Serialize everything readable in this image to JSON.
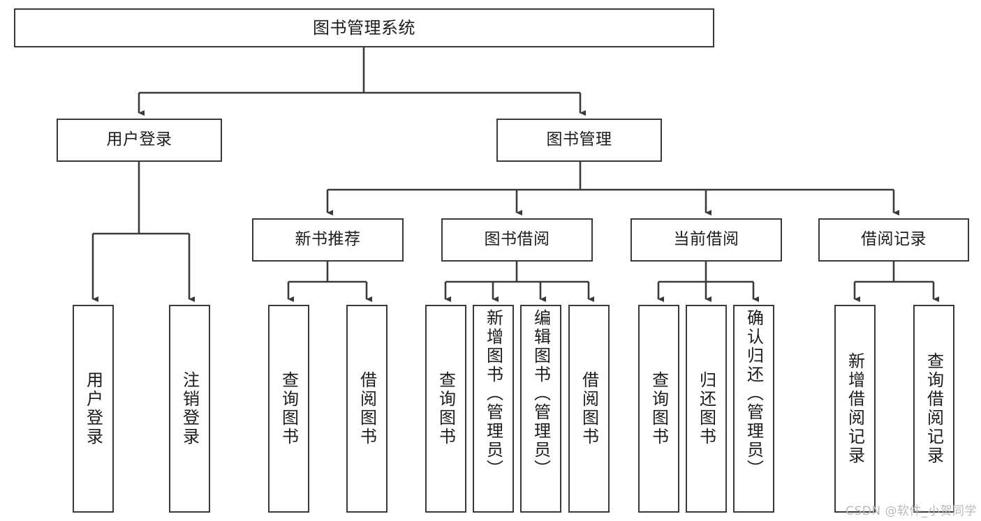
{
  "diagram": {
    "title": "图书管理系统",
    "type": "tree-hierarchy-diagram",
    "root": {
      "label": "图书管理系统"
    },
    "level2": [
      {
        "label": "用户登录"
      },
      {
        "label": "图书管理"
      }
    ],
    "level3": [
      {
        "label": "新书推荐"
      },
      {
        "label": "图书借阅"
      },
      {
        "label": "当前借阅"
      },
      {
        "label": "借阅记录"
      }
    ],
    "leaves": [
      {
        "label": "用户登录",
        "parent": "用户登录"
      },
      {
        "label": "注销登录",
        "parent": "用户登录"
      },
      {
        "label": "查询图书",
        "parent": "新书推荐"
      },
      {
        "label": "借阅图书",
        "parent": "新书推荐"
      },
      {
        "label": "查询图书",
        "parent": "图书借阅"
      },
      {
        "label": "新增图书（管理员）",
        "parent": "图书借阅"
      },
      {
        "label": "编辑图书（管理员）",
        "parent": "图书借阅"
      },
      {
        "label": "借阅图书",
        "parent": "图书借阅"
      },
      {
        "label": "查询图书",
        "parent": "当前借阅"
      },
      {
        "label": "归还图书",
        "parent": "当前借阅"
      },
      {
        "label": "确认归还（管理员）",
        "parent": "当前借阅"
      },
      {
        "label": "新增借阅记录",
        "parent": "借阅记录"
      },
      {
        "label": "查询借阅记录",
        "parent": "借阅记录"
      }
    ]
  },
  "watermark": {
    "text": "CSDN @软件_小贺同学"
  },
  "colors": {
    "stroke": "#3a3a3a",
    "text": "#1c1c1c",
    "background": "#ffffff",
    "watermark": "#b9b9b9"
  }
}
